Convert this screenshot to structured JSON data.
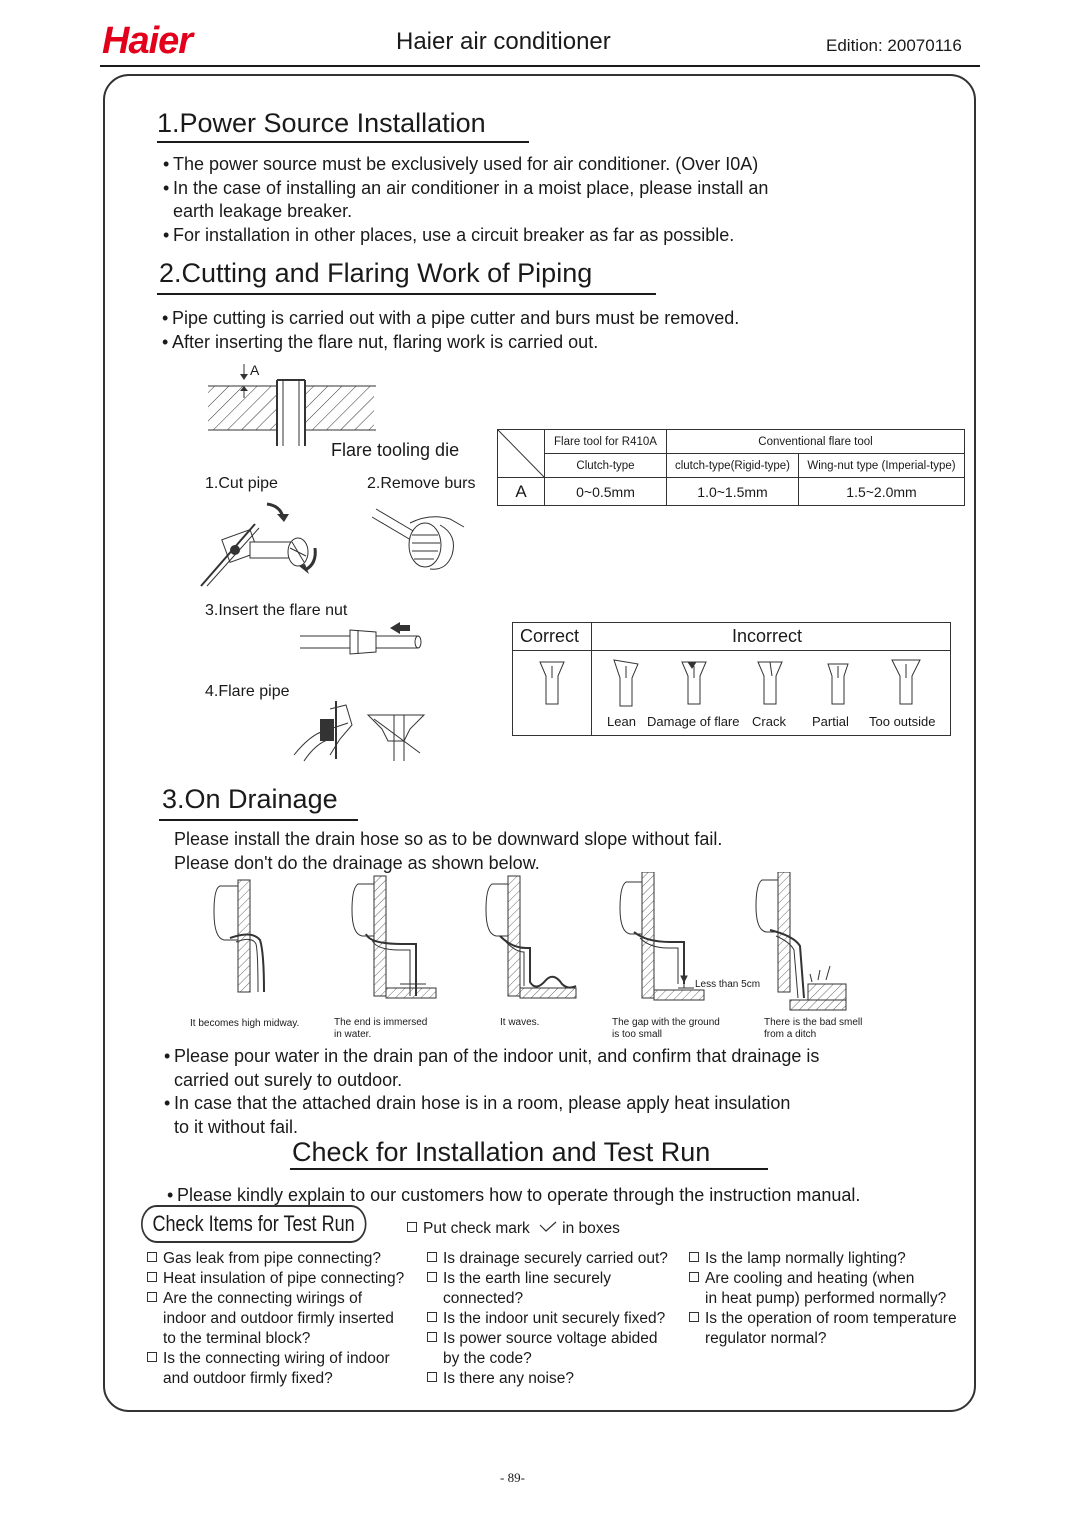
{
  "header": {
    "logo": "Haier",
    "title": "Haier air conditioner",
    "edition": "Edition: 20070116"
  },
  "section1": {
    "title": "1.Power Source Installation",
    "bullets": [
      "The power source must be exclusively used for air conditioner. (Over I0A)",
      "In the case of installing an air conditioner in a moist place, please install an",
      "earth leakage breaker.",
      "For installation in other places, use a circuit breaker as far as possible."
    ]
  },
  "section2": {
    "title": "2.Cutting and Flaring Work of Piping",
    "bullets": [
      "Pipe cutting is carried out with a pipe cutter and burs must be removed.",
      "After inserting the flare nut, flaring work is carried out."
    ],
    "die_marker": "A",
    "die_label": "Flare tooling die",
    "steps": [
      "1.Cut pipe",
      "2.Remove burs",
      "3.Insert the flare nut",
      "4.Flare pipe"
    ],
    "flare_table": {
      "header_r410a": "Flare tool for R410A",
      "header_conventional": "Conventional flare tool",
      "sub_clutch": "Clutch-type",
      "sub_clutch_rigid": "clutch-type(Rigid-type)",
      "sub_wingnut": "Wing-nut type (Imperial-type)",
      "row_label": "A",
      "values": [
        "0~0.5mm",
        "1.0~1.5mm",
        "1.5~2.0mm"
      ]
    },
    "flare_check": {
      "correct": "Correct",
      "incorrect": "Incorrect",
      "labels": [
        "Lean",
        "Damage of flare",
        "Crack",
        "Partial",
        "Too outside"
      ]
    }
  },
  "section3": {
    "title": "3.On Drainage",
    "intro": [
      "Please install the drain hose so as to be downward slope without fail.",
      "Please don't do the drainage as shown below."
    ],
    "figure_note": "Less than 5cm",
    "captions": [
      [
        "It becomes high midway."
      ],
      [
        "The end is immersed",
        "in water."
      ],
      [
        "It waves."
      ],
      [
        "The gap with the ground",
        "is too small"
      ],
      [
        "There is the bad smell",
        "from a ditch"
      ]
    ],
    "bullets": [
      "Please pour water in the drain pan of the indoor unit, and confirm that drainage is",
      "carried out surely to outdoor.",
      "In case that the attached drain hose is in a room, please apply heat insulation",
      "to it without fail."
    ]
  },
  "section4": {
    "title": "Check for Installation and Test Run",
    "bullet": "Please kindly explain to our customers how to operate through the instruction manual.",
    "check_items_label": "Check Items for Test Run",
    "put_check_pre": "Put check mark",
    "put_check_post": "in boxes",
    "col1": [
      {
        "box": true,
        "text": "Gas leak from pipe connecting?"
      },
      {
        "box": true,
        "text": "Heat insulation of pipe connecting?"
      },
      {
        "box": true,
        "text": "Are the connecting wirings of"
      },
      {
        "box": false,
        "text": "indoor and outdoor firmly inserted"
      },
      {
        "box": false,
        "text": "to the terminal block?"
      },
      {
        "box": true,
        "text": "Is the connecting wiring of indoor"
      },
      {
        "box": false,
        "text": "and outdoor firmly fixed?"
      }
    ],
    "col2": [
      {
        "box": true,
        "text": "Is drainage securely carried out?"
      },
      {
        "box": true,
        "text": "Is the earth line securely"
      },
      {
        "box": false,
        "text": "connected?"
      },
      {
        "box": true,
        "text": "Is the indoor unit securely fixed?"
      },
      {
        "box": true,
        "text": "Is power source voltage abided"
      },
      {
        "box": false,
        "text": "by the code?"
      },
      {
        "box": true,
        "text": "Is there any noise?"
      }
    ],
    "col3": [
      {
        "box": true,
        "text": "Is the lamp normally lighting?"
      },
      {
        "box": true,
        "text": "Are cooling and heating (when"
      },
      {
        "box": false,
        "text": "in heat pump) performed normally?"
      },
      {
        "box": true,
        "text": "Is the operation of room temperature"
      },
      {
        "box": false,
        "text": "regulator normal?"
      }
    ]
  },
  "footer": {
    "page": "- 89-"
  },
  "colors": {
    "logo_red": "#e3001b",
    "ink": "#1a1a1a"
  }
}
